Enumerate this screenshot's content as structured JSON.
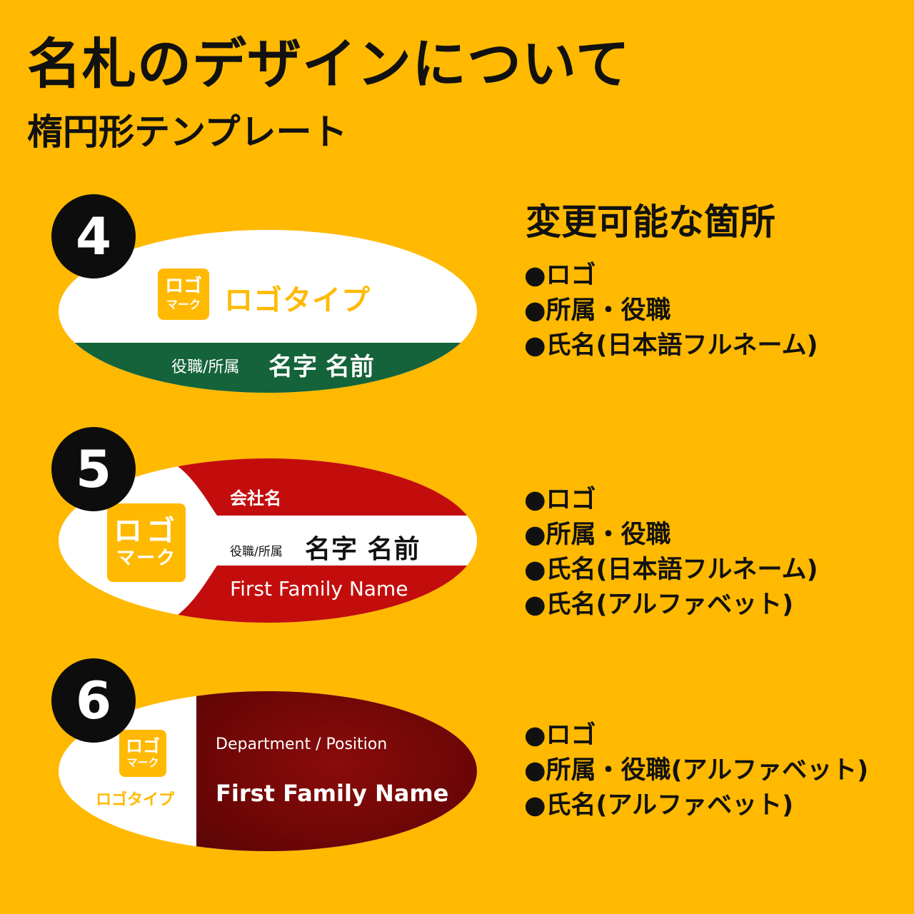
{
  "header": {
    "title": "名札のデザインについて",
    "subtitle": "楕円形テンプレート"
  },
  "colors": {
    "background": "#ffb900",
    "accent": "#ffb900",
    "green_band": "#14633a",
    "red_band": "#c30d0d",
    "dark_red": "#720707"
  },
  "templates": [
    {
      "number": "4",
      "logo_mark_top": "ロゴ",
      "logo_mark_bottom": "マーク",
      "logotype": "ロゴタイプ",
      "position_label": "役職/所属",
      "name": "名字 名前",
      "features_title": "変更可能な箇所",
      "features": [
        "●ロゴ",
        "●所属・役職",
        "●氏名(日本語フルネーム)"
      ]
    },
    {
      "number": "5",
      "logo_mark_top": "ロゴ",
      "logo_mark_bottom": "マーク",
      "company": "会社名",
      "position_label": "役職/所属",
      "name": "名字 名前",
      "english_name": "First Family Name",
      "features": [
        "●ロゴ",
        "●所属・役職",
        "●氏名(日本語フルネーム)",
        "●氏名(アルファベット)"
      ]
    },
    {
      "number": "6",
      "logo_mark_top": "ロゴ",
      "logo_mark_bottom": "マーク",
      "logotype": "ロゴタイプ",
      "department": "Department / Position",
      "english_name": "First Family Name",
      "features": [
        "●ロゴ",
        "●所属・役職(アルファベット)",
        "●氏名(アルファベット)"
      ]
    }
  ]
}
